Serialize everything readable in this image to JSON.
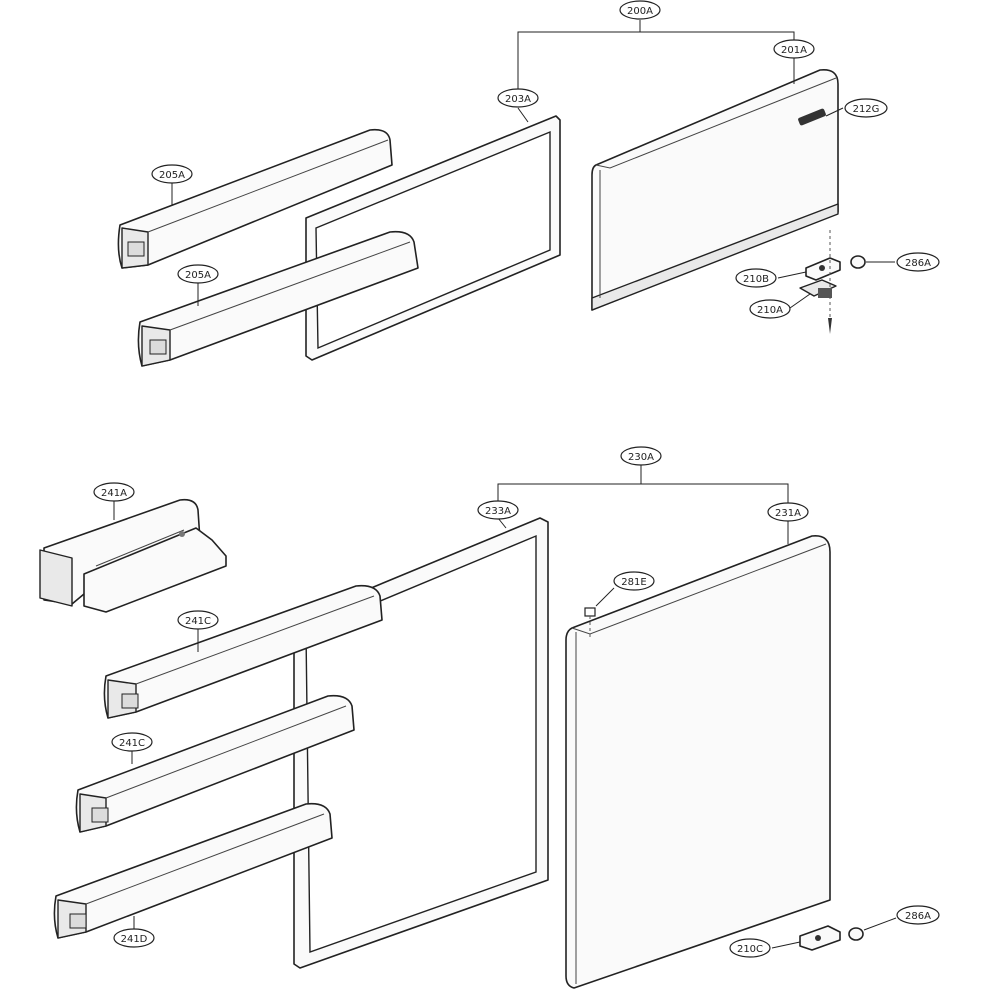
{
  "callouts": {
    "c200A": "200A",
    "c201A": "201A",
    "c203A": "203A",
    "c212G": "212G",
    "c205A_1": "205A",
    "c205A_2": "205A",
    "c210B": "210B",
    "c286A_1": "286A",
    "c210A": "210A",
    "c230A": "230A",
    "c233A": "233A",
    "c231A": "231A",
    "c241A": "241A",
    "c281E": "281E",
    "c241C_1": "241C",
    "c241C_2": "241C",
    "c241D": "241D",
    "c286A_2": "286A",
    "c210C": "210C"
  }
}
